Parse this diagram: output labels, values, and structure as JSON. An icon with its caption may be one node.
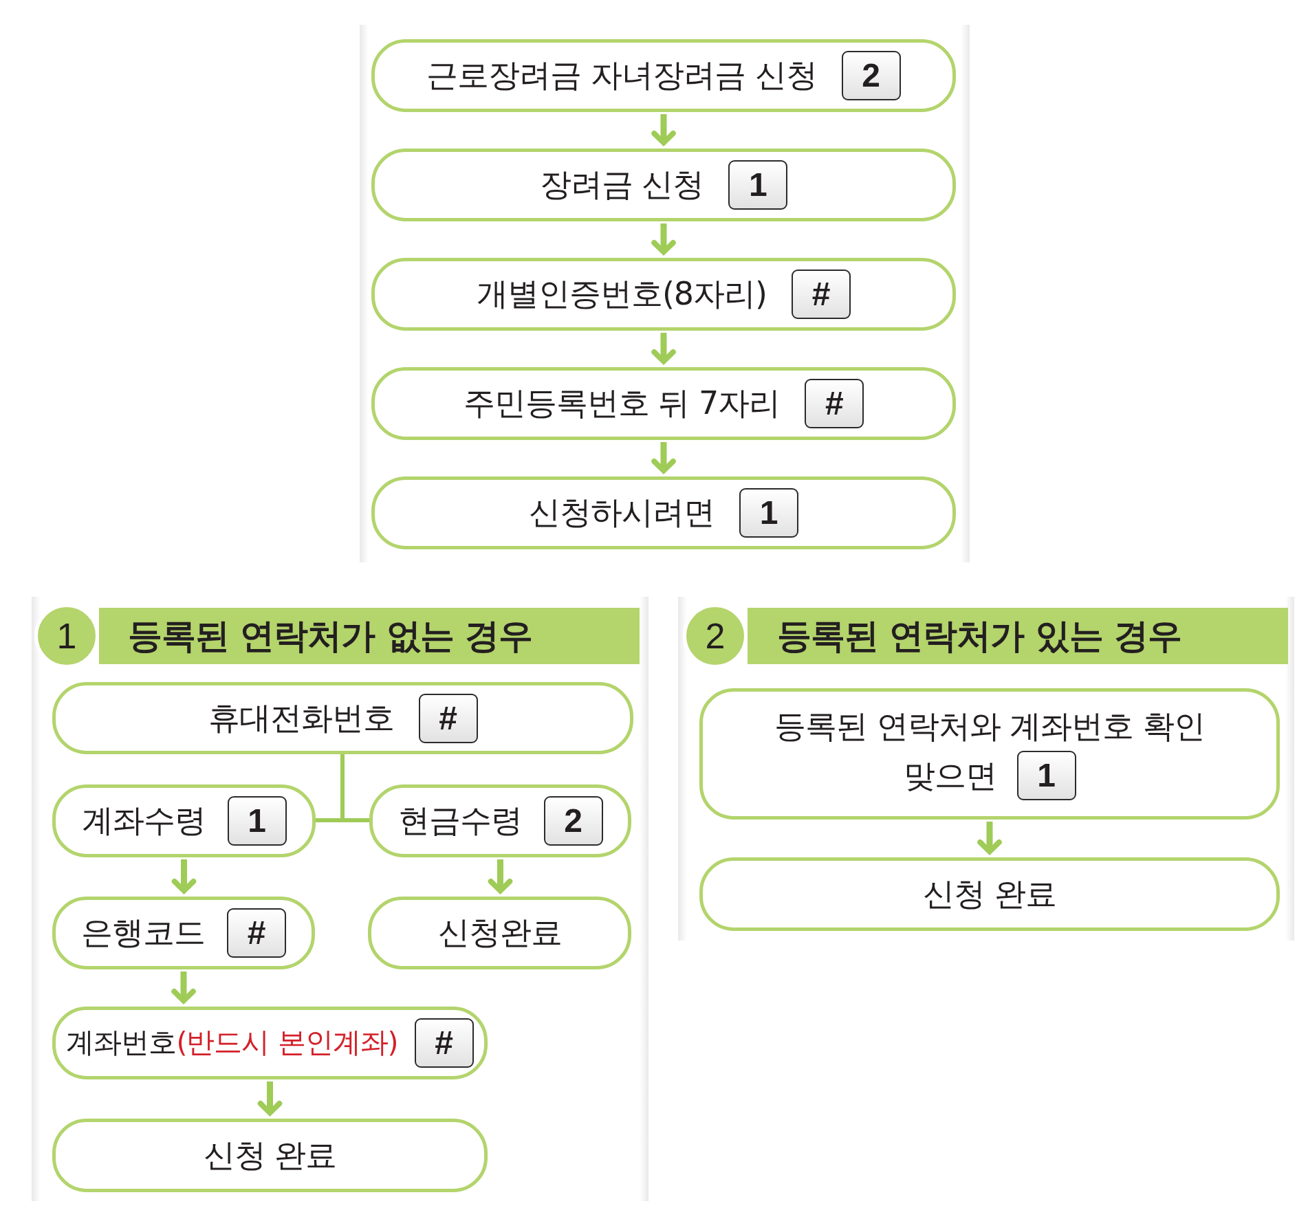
{
  "diagram": {
    "nodes": [
      {
        "text": [
          "근로장려금 자녀장려금 신청"
        ]
      },
      {
        "text": [
          "2"
        ],
        "in": 0
      },
      {
        "text": [
          "장려금 신청"
        ]
      },
      {
        "text": [
          "1"
        ],
        "in": 2
      },
      {
        "text": [
          "개별인증번호(8자리)"
        ]
      },
      {
        "text": [
          "#"
        ],
        "in": 4
      },
      {
        "text": [
          "주민등록번호 뒤 7자리"
        ]
      },
      {
        "text": [
          "#"
        ],
        "in": 6
      },
      {
        "text": [
          "신청하시려면"
        ]
      },
      {
        "text": [
          "1"
        ],
        "in": 8
      },
      {
        "text": [
          "1"
        ]
      },
      {
        "text": [
          "등록된 연락처가 없는 경우"
        ]
      },
      {
        "text": [
          "휴대전화번호"
        ]
      },
      {
        "text": [
          "#"
        ],
        "in": 12
      },
      {
        "text": [
          "계좌수령"
        ]
      },
      {
        "text": [
          "1"
        ],
        "in": 14
      },
      {
        "text": [
          "현금수령"
        ]
      },
      {
        "text": [
          "2"
        ],
        "in": 16
      },
      {
        "text": [
          "은행코드"
        ]
      },
      {
        "text": [
          "#"
        ],
        "in": 18
      },
      {
        "text": [
          "신청완료"
        ]
      },
      {
        "text": [
          "계좌번호",
          "(반드시 본인계좌)"
        ]
      },
      {
        "text": [
          "#"
        ],
        "in": 21
      },
      {
        "text": [
          "신청 완료"
        ]
      },
      {
        "text": [
          "2"
        ]
      },
      {
        "text": [
          "등록된 연락처가 있는 경우"
        ]
      },
      {
        "text": [
          "등록된 연락처와 계좌번호 확인",
          "맞으면"
        ]
      },
      {
        "text": [
          "1"
        ],
        "in": 26
      },
      {
        "text": [
          "신청 완료"
        ]
      }
    ],
    "edges": [
      {
        "from": 0,
        "to": 2,
        "arrow": "to"
      },
      {
        "from": 2,
        "to": 4,
        "arrow": "to"
      },
      {
        "from": 4,
        "to": 6,
        "arrow": "to"
      },
      {
        "from": 6,
        "to": 8,
        "arrow": "to"
      },
      {
        "from": 12,
        "to": 14,
        "arrow": "none"
      },
      {
        "from": 12,
        "to": 16,
        "arrow": "none"
      },
      {
        "from": 14,
        "to": 18,
        "arrow": "to"
      },
      {
        "from": 16,
        "to": 20,
        "arrow": "to"
      },
      {
        "from": 18,
        "to": 21,
        "arrow": "to"
      },
      {
        "from": 21,
        "to": 23,
        "arrow": "to"
      },
      {
        "from": 26,
        "to": 28,
        "arrow": "to"
      }
    ]
  }
}
